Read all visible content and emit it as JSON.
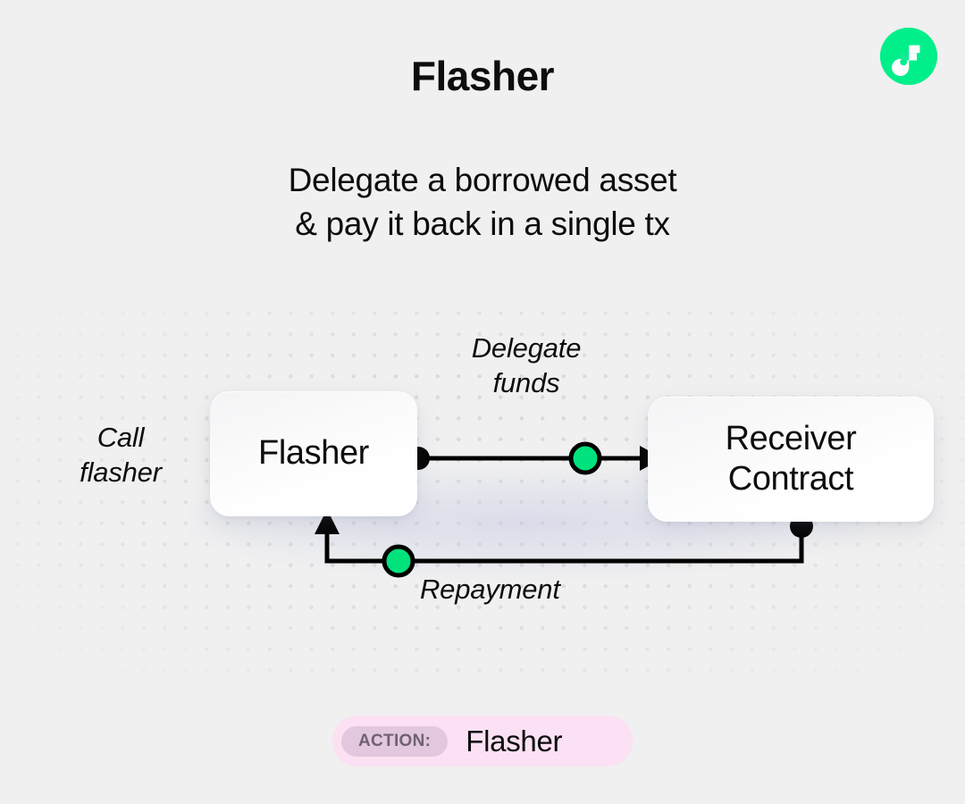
{
  "brand": {
    "logo_icon": "flow-logo-icon",
    "logo_color": "#00EF8B",
    "logo_mark_color": "#FFFFFF",
    "logo_accent_color": "#16E995"
  },
  "header": {
    "title": "Flasher",
    "subtitle": "Delegate a borrowed asset\n& pay it back in a single tx"
  },
  "diagram": {
    "nodes": [
      {
        "id": "flasher",
        "label": "Flasher"
      },
      {
        "id": "receiver",
        "label": "Receiver\nContract"
      }
    ],
    "edge_labels": [
      {
        "id": "call-flasher",
        "text": "Call\nflasher"
      },
      {
        "id": "delegate-funds",
        "text": "Delegate\nfunds"
      },
      {
        "id": "repayment",
        "text": "Repayment"
      }
    ],
    "markers": {
      "source_dot_color": "#000000",
      "token_dot_color": "#00E27C",
      "token_dot_stroke": "#000000",
      "line_color": "#000000"
    },
    "background": {
      "page_color": "#F0F0F0",
      "dot_color": "#DADADA",
      "node_color": "#FFFFFF"
    }
  },
  "footer": {
    "badge": {
      "kicker": "ACTION:",
      "value": "Flasher",
      "background": "#FBE1F3",
      "kicker_background": "#E3C7DE",
      "kicker_color": "#6F6270"
    }
  }
}
